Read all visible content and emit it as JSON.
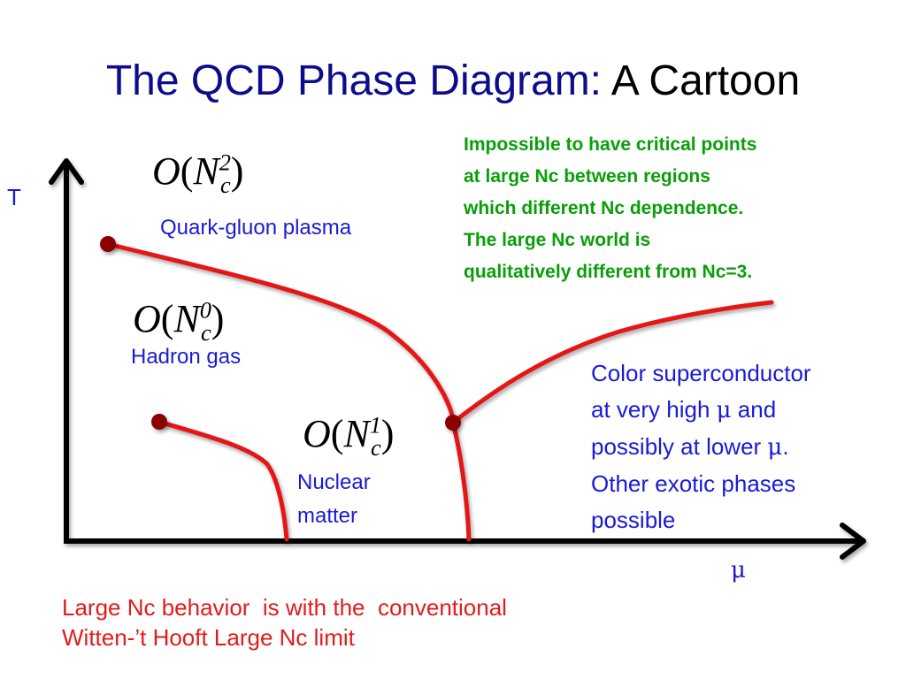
{
  "title": {
    "main": "The QCD Phase Diagram:",
    "sub": "A Cartoon"
  },
  "axes": {
    "y_label": "T",
    "x_label": "μ"
  },
  "orders": [
    {
      "letter": "O",
      "base": "N",
      "sub": "c",
      "power": "2"
    },
    {
      "letter": "O",
      "base": "N",
      "sub": "c",
      "power": "0"
    },
    {
      "letter": "O",
      "base": "N",
      "sub": "c",
      "power": "1"
    }
  ],
  "regions": {
    "qgp": "Quark-gluon plasma",
    "hadron": "Hadron gas",
    "nuclear_1": "Nuclear",
    "nuclear_2": "matter"
  },
  "green_note": [
    "Impossible to have critical points",
    "at large Nc between regions",
    "which different Nc dependence.",
    "The large Nc world is",
    "qualitatively different from Nc=3."
  ],
  "blue_note": {
    "line1": "Color superconductor",
    "line2_a": "at very high ",
    "line2_mu": "μ",
    "line2_b": " and",
    "line3_a": "possibly at lower ",
    "line3_mu": "μ",
    "line3_b": ".",
    "line4": "Other exotic phases",
    "line5": "possible"
  },
  "red_note": [
    "Large Nc behavior  is with the  conventional",
    "Witten-’t Hooft Large Nc limit"
  ],
  "colors": {
    "title": "#0d0d8c",
    "phase_line": "#e41414",
    "critical_point": "#8b0000",
    "axis": "#000000",
    "green_text": "#0a9e0a",
    "blue_text": "#1a1ad6",
    "red_text": "#e21b1b"
  }
}
